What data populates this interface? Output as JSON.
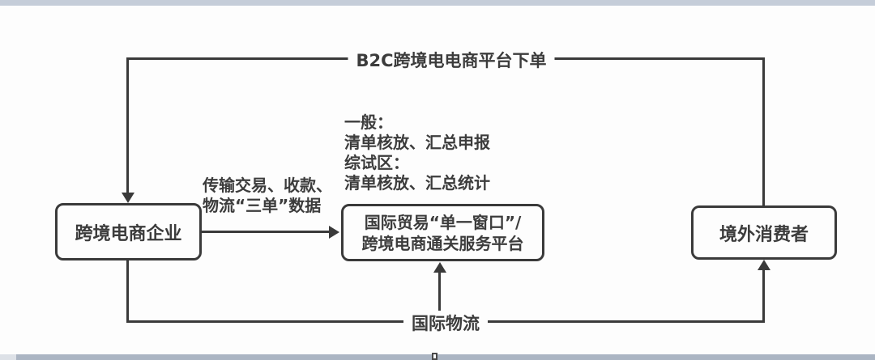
{
  "page": {
    "background_color": "#fdfdfd",
    "top_bar_color": "#c5cdd9",
    "bottom_bar_color": "#abb5c3",
    "line_color": "#3a3a3a",
    "text_color": "#3c3c3c"
  },
  "diagram": {
    "top_flow_label": "B2C跨境电电商平台下单",
    "bottom_flow_label": "国际物流",
    "note": {
      "lines": [
        "一般：",
        "清单核放、汇总申报",
        "综试区：",
        "清单核放、汇总统计"
      ]
    },
    "transfer_label": {
      "lines": [
        "传输交易、收款、",
        "物流“三单”数据"
      ]
    },
    "boxes": {
      "enterprise": "跨境电商企业",
      "platform": {
        "line1": "国际贸易“单一窗口”/",
        "line2": "跨境电商通关服务平台"
      },
      "consumer": "境外消费者"
    }
  }
}
